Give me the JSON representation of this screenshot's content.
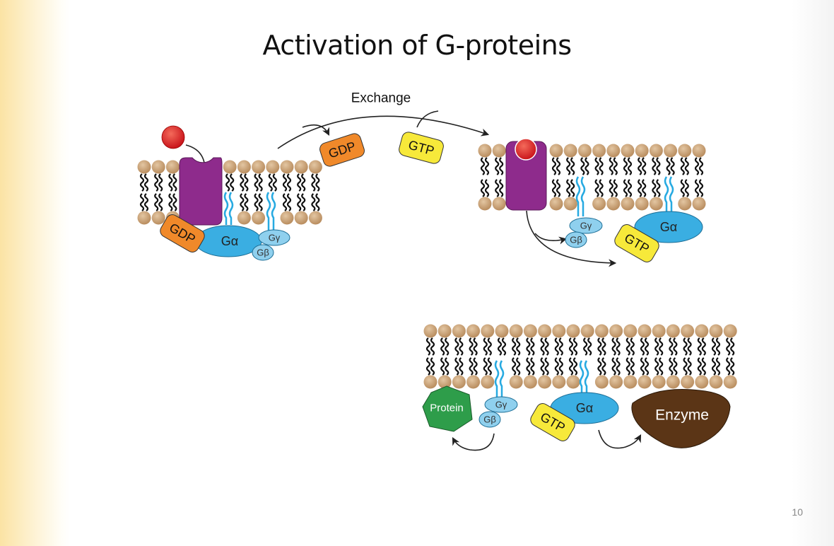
{
  "slide": {
    "title": "Activation of G-proteins",
    "page_number": "10"
  },
  "labels": {
    "exchange": "Exchange",
    "gdp": "GDP",
    "gtp": "GTP",
    "g_alpha": "Gα",
    "g_gamma": "Gγ",
    "g_beta": "Gβ",
    "protein": "Protein",
    "enzyme": "Enzyme"
  },
  "colors": {
    "lipid_head": "#c9a37a",
    "receptor": "#8e2b8c",
    "ligand": "#e0262a",
    "gdp": "#f0892a",
    "gtp": "#f7e93a",
    "g_alpha": "#3aaee2",
    "g_beta_gamma": "#8fd0ee",
    "anchor": "#27aae1",
    "protein": "#2e9d4a",
    "enzyme": "#5b3516"
  }
}
